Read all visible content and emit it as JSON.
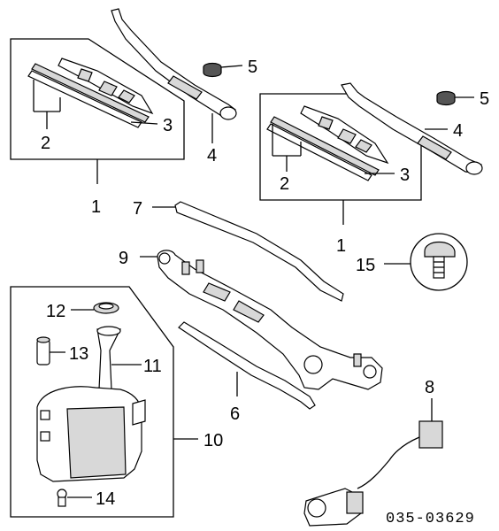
{
  "diagram_code": "035-03629",
  "callouts": {
    "c1a": "1",
    "c2a": "2",
    "c3a": "3",
    "c4a": "4",
    "c5a": "5",
    "c1b": "1",
    "c2b": "2",
    "c3b": "3",
    "c4b": "4",
    "c5b": "5",
    "c6": "6",
    "c7": "7",
    "c8": "8",
    "c9": "9",
    "c10": "10",
    "c11": "11",
    "c12": "12",
    "c13": "13",
    "c14": "14",
    "c15": "15"
  }
}
